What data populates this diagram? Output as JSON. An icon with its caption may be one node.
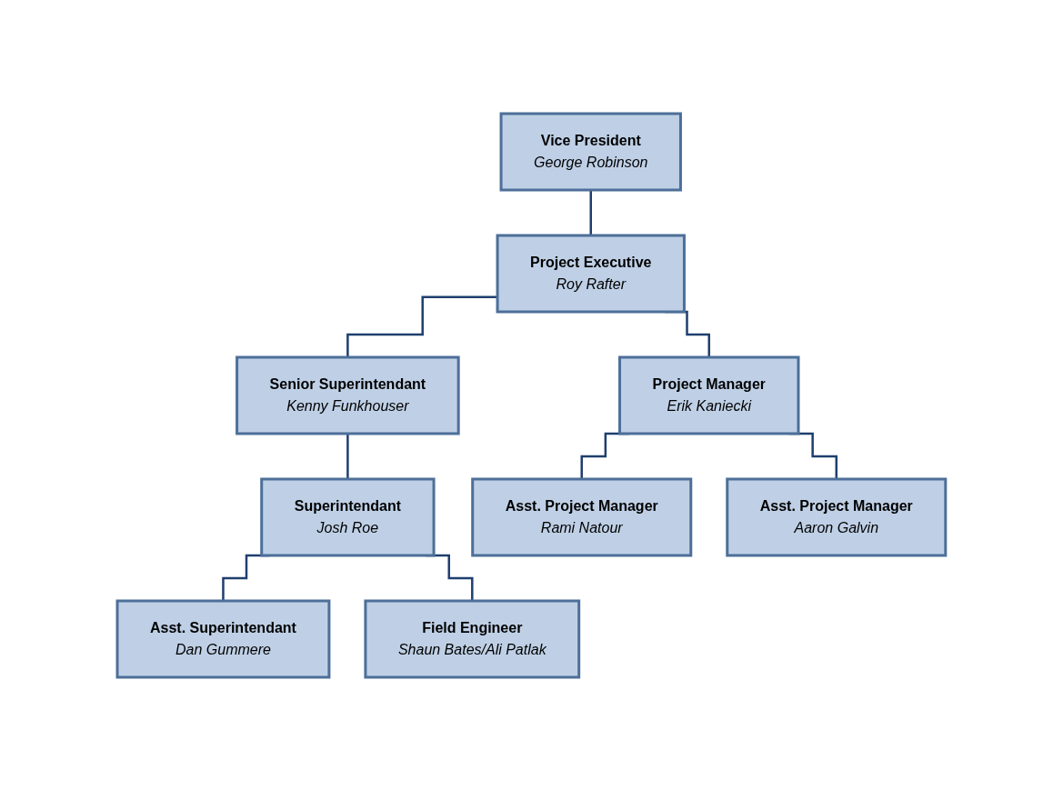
{
  "diagram": {
    "nodes": [
      {
        "text": [
          "Vice President",
          "George Robinson"
        ]
      },
      {
        "text": [
          "Project Executive",
          "Roy Rafter"
        ]
      },
      {
        "text": [
          "Senior Superintendant",
          "Kenny Funkhouser"
        ]
      },
      {
        "text": [
          "Project Manager",
          "Erik Kaniecki"
        ]
      },
      {
        "text": [
          "Superintendant",
          "Josh Roe"
        ]
      },
      {
        "text": [
          "Asst. Project Manager",
          "Rami Natour"
        ]
      },
      {
        "text": [
          "Asst. Project Manager",
          "Aaron Galvin"
        ]
      },
      {
        "text": [
          "Asst. Superintendant",
          "Dan Gummere"
        ]
      },
      {
        "text": [
          "Field Engineer",
          "Shaun Bates/Ali Patlak"
        ]
      }
    ],
    "edges": [
      {
        "from": 0,
        "to": 1,
        "arrow": "none"
      },
      {
        "from": 1,
        "to": 3,
        "arrow": "none"
      },
      {
        "from": 1,
        "to": 2,
        "arrow": "none"
      },
      {
        "from": 2,
        "to": 4,
        "arrow": "none"
      },
      {
        "from": 3,
        "to": 5,
        "arrow": "none"
      },
      {
        "from": 3,
        "to": 6,
        "arrow": "none"
      },
      {
        "from": 4,
        "to": 7,
        "arrow": "none"
      },
      {
        "from": 4,
        "to": 8,
        "arrow": "none"
      }
    ]
  }
}
